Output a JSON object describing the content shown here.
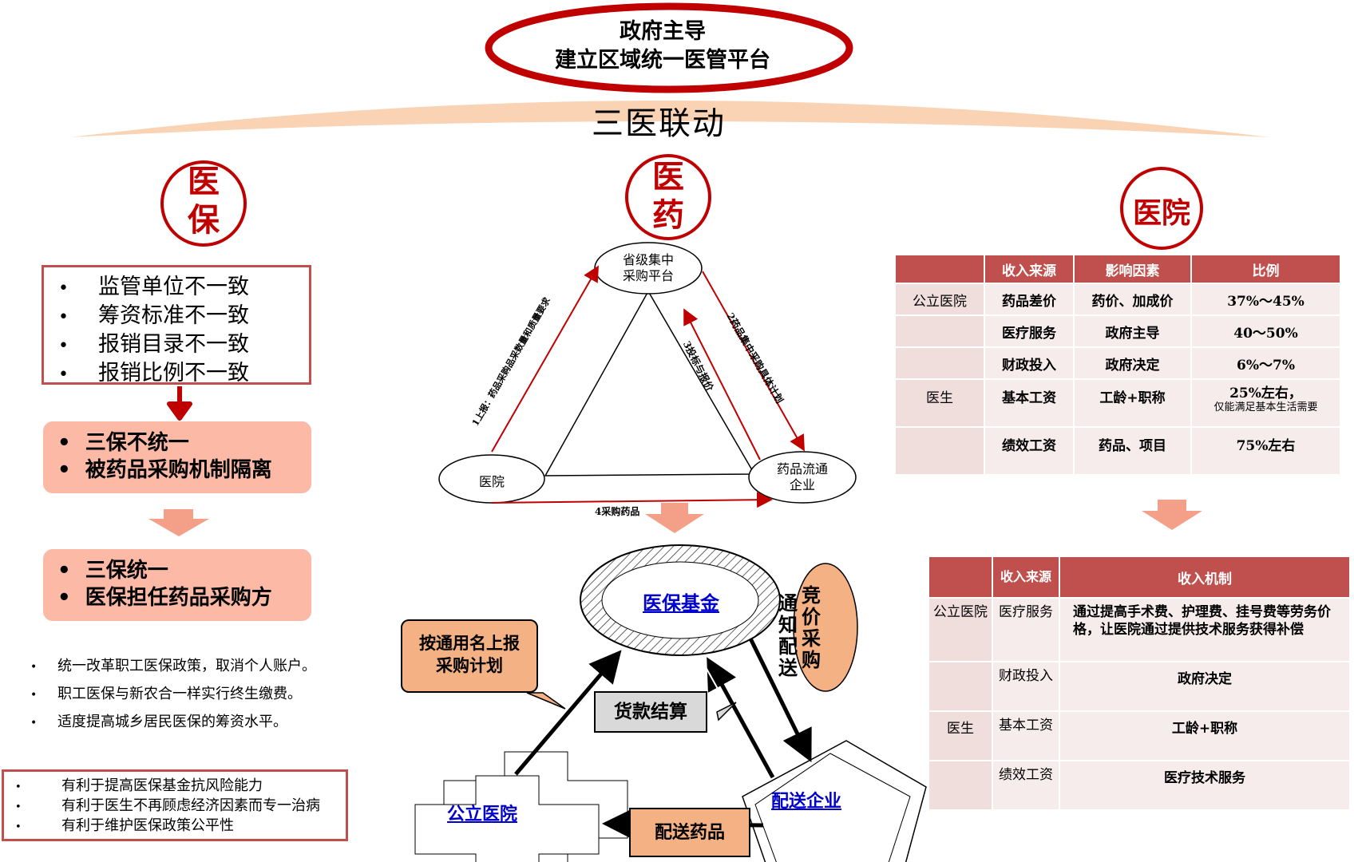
{
  "header": {
    "line1": "政府主导",
    "line2": "建立区域统一医管平台",
    "banner": "三医联动"
  },
  "circles": {
    "yibao": [
      "医",
      "保"
    ],
    "yiyao": [
      "医",
      "药"
    ],
    "yiyuan": "医院"
  },
  "left": {
    "problems": [
      "监管单位不一致",
      "筹资标准不一致",
      "报销目录不一致",
      "报销比例不一致"
    ],
    "bullet": "•",
    "status": [
      "三保不统一",
      "被药品采购机制隔离"
    ],
    "target": [
      "三保统一",
      "医保担任药品采购方"
    ],
    "measures": [
      "统一改革职工医保政策，取消个人账户。",
      "职工医保与新农合一样实行终生缴费。",
      "适度提高城乡居民医保的筹资水平。"
    ],
    "benefits": [
      "有利于提高医保基金抗风险能力",
      "有利于医生不再顾虑经济因素而专一治病",
      "有利于维护医保政策公平性"
    ]
  },
  "triangle": {
    "top": [
      "省级集中",
      "采购平台"
    ],
    "left": "医院",
    "right": [
      "药品流通",
      "企业"
    ],
    "edge1": "1上报：药品采购品采数量和质量要求",
    "edge2": "2药品集中采购具体计划",
    "edge3": "3投标与报价",
    "edge4": "4采购药品"
  },
  "bottom": {
    "fund": "医保基金",
    "hospital": "公立医院",
    "enterprise": "配送企业",
    "report": [
      "按通用名上报",
      "采购计划"
    ],
    "settle": "货款结算",
    "deliver": "配送药品",
    "bid_col1": [
      "通",
      "知",
      "配",
      "送"
    ],
    "bid_col2": [
      "竞",
      "价",
      "采",
      "购"
    ]
  },
  "table1": {
    "headers": [
      "",
      "收入来源",
      "影响因素",
      "比例"
    ],
    "rows": [
      [
        "公立医院",
        "药品差价",
        "药价、加成价",
        "37%～45%"
      ],
      [
        "",
        "医疗服务",
        "政府主导",
        "40～50%"
      ],
      [
        "",
        "财政投入",
        "政府决定",
        "6%～7%"
      ],
      [
        "医生",
        "基本工资",
        "工龄+职称",
        "25%左右，"
      ],
      [
        "",
        "绩效工资",
        "药品、项目",
        "75%左右"
      ]
    ],
    "note": "仅能满足基本生活需要"
  },
  "table2": {
    "headers": [
      "",
      "收入来源",
      "收入机制"
    ],
    "rows": [
      [
        "公立医院",
        "医疗服务",
        "通过提高手术费、护理费、挂号费等劳务价格，让医院通过提供技术服务获得补偿"
      ],
      [
        "",
        "财政投入",
        "政府决定"
      ],
      [
        "医生",
        "基本工资",
        "工龄+职称"
      ],
      [
        "",
        "绩效工资",
        "医疗技术服务"
      ]
    ]
  }
}
